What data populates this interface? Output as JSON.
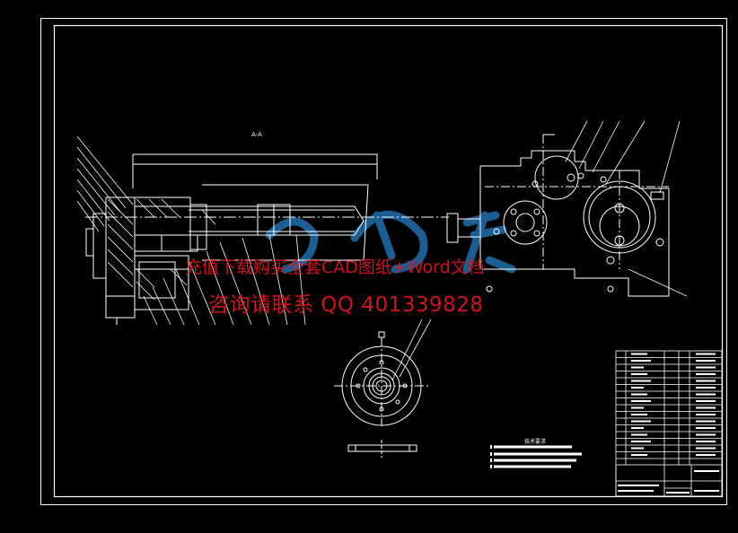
{
  "drawing": {
    "section_label": "A-A",
    "tech_requirements_title": "技术要求"
  },
  "watermark": {
    "line1": "充值下载购买全套CAD图纸+Word文档",
    "line2": "咨询请联系  QQ 401339828"
  },
  "colors": {
    "background": "#000000",
    "lines": "#ffffff",
    "watermark_text": "#e0151d",
    "watermark_logo": "#1f6fae"
  }
}
